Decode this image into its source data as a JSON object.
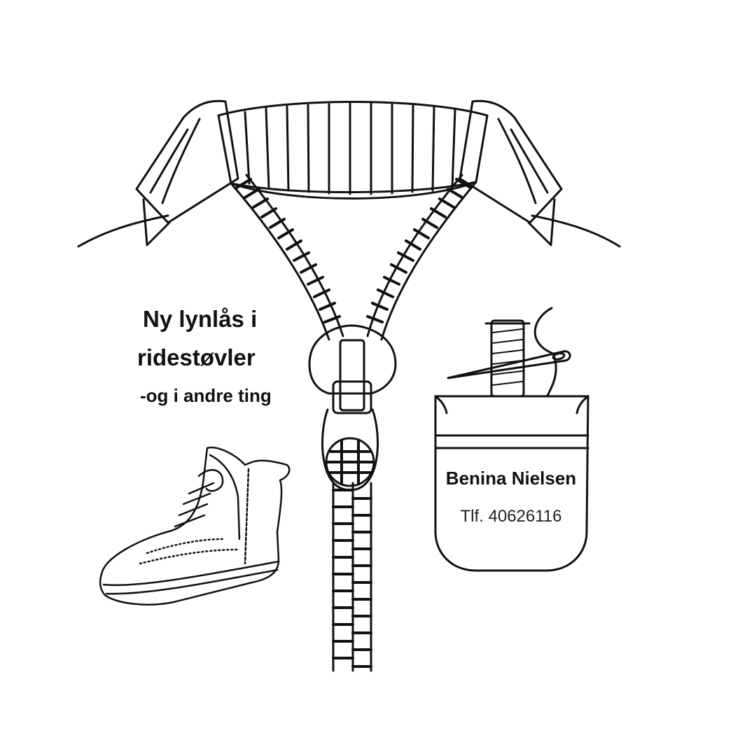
{
  "headline": {
    "line1": "Ny lynlås i",
    "line2": "ridestøvler"
  },
  "subline": "-og i andre ting",
  "contact": {
    "name": "Benina Nielsen",
    "phone": "Tlf. 40626116"
  },
  "illustration": {
    "subjects": [
      "jacket-collar",
      "zipper",
      "zipper-pull",
      "boot",
      "pocket",
      "thread-spool",
      "needle"
    ]
  },
  "colors": {
    "ink": "#111111",
    "background": "#ffffff"
  }
}
